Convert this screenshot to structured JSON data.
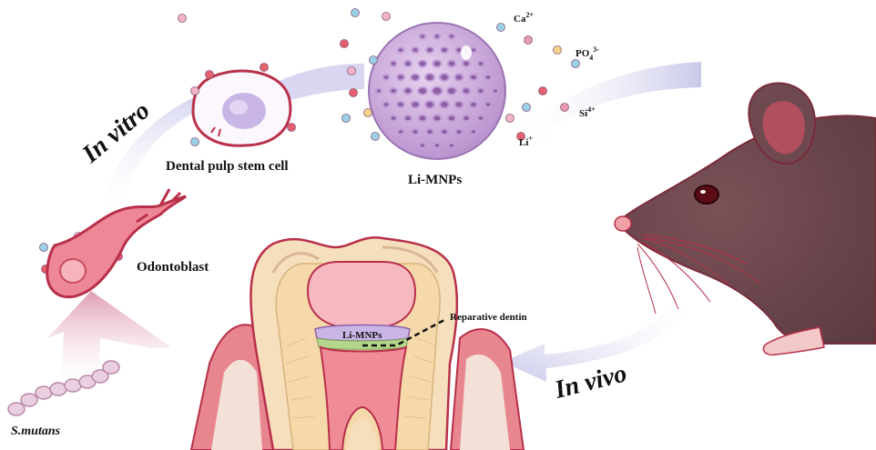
{
  "labels": {
    "in_vitro": "In vitro",
    "in_vivo": "In vivo",
    "dental_pulp_stem_cell": "Dental pulp stem cell",
    "li_mnps": "Li-MNPs",
    "odontoblast": "Odontoblast",
    "s_mutans": "S.mutans",
    "reparative_dentin": "Reparative dentin",
    "li_mnps_tooth": "Li-MNPs"
  },
  "ions": {
    "ca": {
      "symbol": "Ca",
      "charge": "2+"
    },
    "po": {
      "symbol": "PO",
      "sub": "4",
      "charge": "3-"
    },
    "si": {
      "symbol": "Si",
      "charge": "4+"
    },
    "li": {
      "symbol": "Li",
      "charge": "+"
    }
  },
  "colors": {
    "arrow": "#c9c8ea",
    "nanoparticle": "#c7a5d8",
    "nanoparticle_spot": "#8f5fa6",
    "cell_outline": "#b8304a",
    "odontoblast": "#e67a8a",
    "mouse": "#6e4a50",
    "gum": "#e8868f",
    "pulp": "#f39aa3",
    "enamel": "#f6dfbd",
    "bacteria": "#e8cfe0",
    "pink_arrow": "#d98aa6"
  }
}
